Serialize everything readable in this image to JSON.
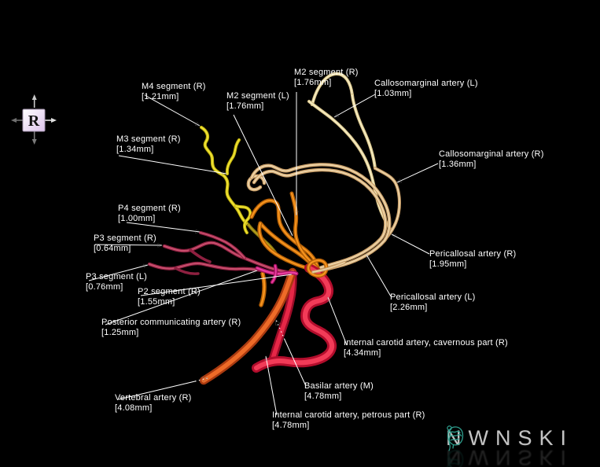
{
  "app": {
    "background": "#000000",
    "watermark_text": "NOWINSKI",
    "watermark_letters": {
      "l1": "N",
      "l2": "W",
      "l3": "N",
      "l4": "S",
      "l5": "K",
      "l6": "I"
    },
    "watermark_icons": {
      "brain_icon_color": "#2fa08f",
      "stem_icon_color": "#2fa08f",
      "letter_color": "#c3c3c3"
    }
  },
  "orientation_marker": {
    "letter": "R"
  },
  "palette": {
    "label_text": "#ffffff",
    "leader_line": "#ffffff",
    "arrowhead": "#b0b0b0",
    "m3_m4_yellow": "#f0e334",
    "olive_connector": "#b3a01c",
    "callosomarginal_pale": "#f5ecc2",
    "pericallosal_tan": "#ecd2a6",
    "m2_orange": "#f6941e",
    "p_segment_crimson": "#c84f6e",
    "pcom_magenta": "#ea3da0",
    "vertebral_orange_red": "#ee6b28",
    "carotid_red": "#f23b58",
    "basilar_red": "#e62747"
  },
  "labels": [
    {
      "name": "M4 segment (R)",
      "size": "[1.21mm]"
    },
    {
      "name": "M3 segment (R)",
      "size": "[1.34mm]"
    },
    {
      "name": "M2 segment (L)",
      "size": "[1.76mm]"
    },
    {
      "name": "M2 segment (R)",
      "size": "[1.76mm]"
    },
    {
      "name": "Callosomarginal artery (L)",
      "size": "[1.03mm]"
    },
    {
      "name": "Callosomarginal artery (R)",
      "size": "[1.36mm]"
    },
    {
      "name": "P4 segment (R)",
      "size": "[1.00mm]"
    },
    {
      "name": "P3 segment (R)",
      "size": "[0.64mm]"
    },
    {
      "name": "P3 segment (L)",
      "size": "[0.76mm]"
    },
    {
      "name": "P2 segment (R)",
      "size": "[1.55mm]"
    },
    {
      "name": "Posterior communicating artery (R)",
      "size": "[1.25mm]"
    },
    {
      "name": "Pericallosal artery (R)",
      "size": "[1.95mm]"
    },
    {
      "name": "Pericallosal artery (L)",
      "size": "[2.26mm]"
    },
    {
      "name": "Internal carotid artery, cavernous part (R)",
      "size": "[4.34mm]"
    },
    {
      "name": "Basilar artery (M)",
      "size": "[4.78mm]"
    },
    {
      "name": "Internal carotid artery, petrous part (R)",
      "size": "[4.78mm]"
    },
    {
      "name": "Vertebral artery (R)",
      "size": "[4.08mm]"
    }
  ]
}
